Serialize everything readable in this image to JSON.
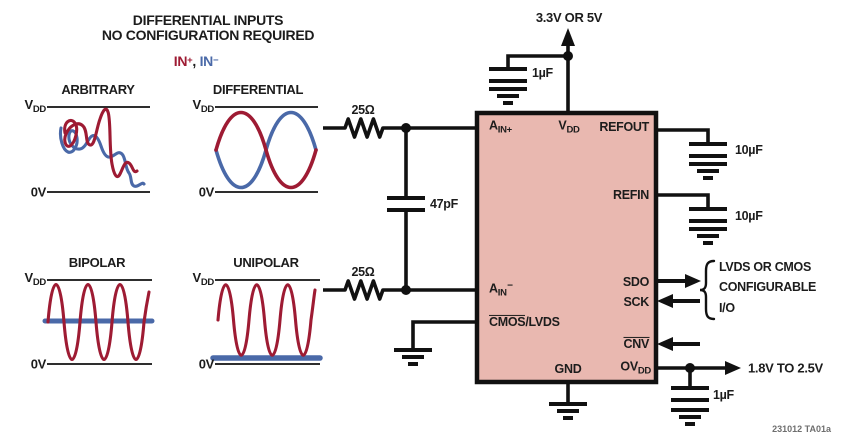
{
  "header": {
    "title_line1": "DIFFERENTIAL INPUTS",
    "title_line2": "NO CONFIGURATION REQUIRED"
  },
  "legend": {
    "in_plus_base": "IN",
    "in_plus_sign": "+",
    "comma": ", ",
    "in_minus_base": "IN",
    "in_minus_sign": "−"
  },
  "panels": {
    "arbitrary": {
      "title": "ARBITRARY"
    },
    "differential": {
      "title": "DIFFERENTIAL"
    },
    "bipolar": {
      "title": "BIPOLAR"
    },
    "unipolar": {
      "title": "UNIPOLAR"
    },
    "axis": {
      "vdd_base": "V",
      "vdd_sub": "DD",
      "zero": "0V"
    }
  },
  "components": {
    "r_top": "25Ω",
    "r_bottom": "25Ω",
    "c_filter": "47pF",
    "c_supply": "1µF",
    "c_refout": "10µF",
    "c_refin": "10µF",
    "c_ovdd": "1µF"
  },
  "supply": {
    "main_rail": "3.3V OR 5V",
    "io_rail": "1.8V TO 2.5V"
  },
  "chip": {
    "pins": {
      "ain_plus_base": "A",
      "ain_plus_sub": "IN+",
      "ain_minus_base": "A",
      "ain_minus_sub": "IN",
      "ain_minus_sign": "−",
      "vdd_base": "V",
      "vdd_sub": "DD",
      "refout": "REFOUT",
      "refin": "REFIN",
      "sdo": "SDO",
      "sck": "SCK",
      "cnv": "CNV",
      "ovdd_base": "OV",
      "ovdd_sub": "DD",
      "gnd": "GND",
      "cmos_lvds_overlined": "CMOS",
      "cmos_lvds_rest": "/LVDS"
    }
  },
  "io_note": {
    "line1": "LVDS OR CMOS",
    "line2": "CONFIGURABLE",
    "line3": "I/O"
  },
  "figure_id": "231012 TA01a",
  "colors": {
    "waveform_in_plus_red": "#9e1b33",
    "waveform_in_minus_blue": "#4a69a8",
    "chip_fill": "#e9b8b0",
    "line_black": "#111111"
  }
}
